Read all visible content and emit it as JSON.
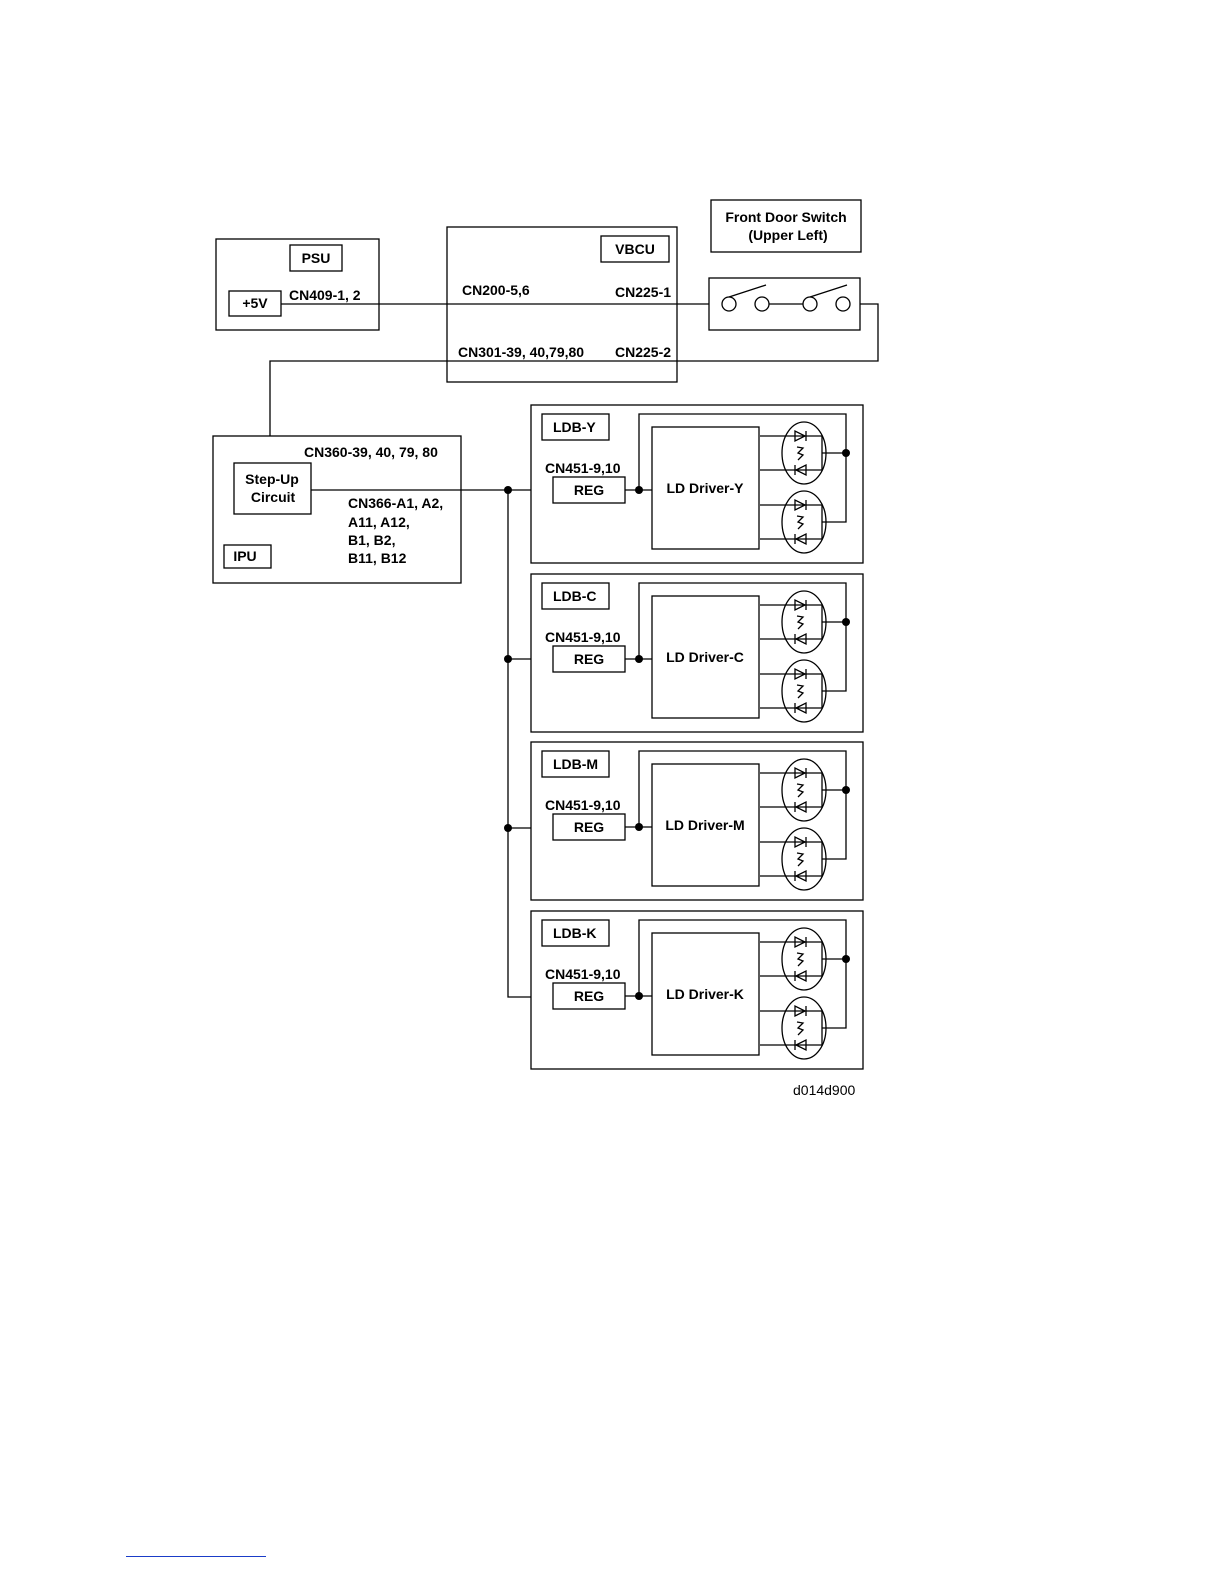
{
  "psu": {
    "title": "PSU",
    "v5": "+5V",
    "connector": "CN409-1, 2"
  },
  "vbcu": {
    "title": "VBCU",
    "cn200": "CN200-5,6",
    "cn225_1": "CN225-1",
    "cn301": "CN301-39, 40,79,80",
    "cn225_2": "CN225-2"
  },
  "front_door": {
    "line1": "Front Door Switch",
    "line2": "(Upper Left)"
  },
  "ipu": {
    "title": "IPU",
    "cn360": "CN360-39, 40, 79, 80",
    "stepup_line1": "Step-Up",
    "stepup_line2": "Circuit",
    "cn366": [
      "CN366-A1, A2,",
      "A11, A12,",
      "B1, B2,",
      "B11, B12"
    ]
  },
  "ldb_boards": [
    {
      "title": "LDB-Y",
      "connector": "CN451-9,10",
      "reg": "REG",
      "driver": "LD Driver-Y"
    },
    {
      "title": "LDB-C",
      "connector": "CN451-9,10",
      "reg": "REG",
      "driver": "LD Driver-C"
    },
    {
      "title": "LDB-M",
      "connector": "CN451-9,10",
      "reg": "REG",
      "driver": "LD Driver-M"
    },
    {
      "title": "LDB-K",
      "connector": "CN451-9,10",
      "reg": "REG",
      "driver": "LD Driver-K"
    }
  ],
  "figure_code": "d014d900"
}
